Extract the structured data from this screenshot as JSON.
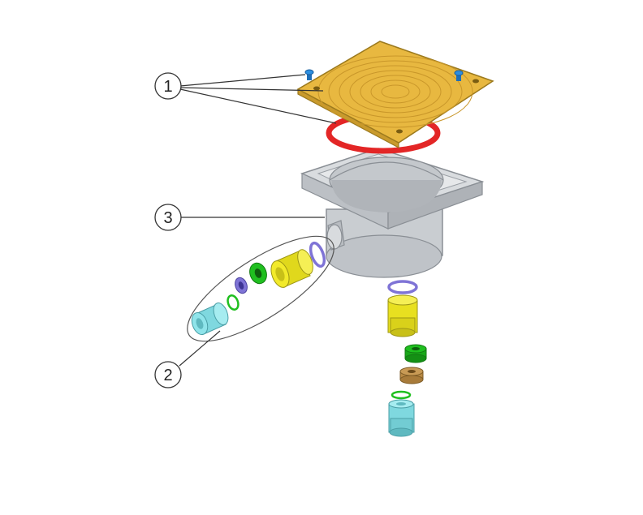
{
  "callouts": [
    {
      "label": "1"
    },
    {
      "label": "2"
    },
    {
      "label": "3"
    }
  ],
  "colors": {
    "cover": "#e8b840",
    "cover_stroke": "#9c7a1e",
    "o_ring_red": "#e32626",
    "body_gray": "#c9cdd1",
    "body_stroke": "#8a8f95",
    "fitting_yellow": "#f2ea2a",
    "washer_purple": "#7f74d6",
    "ring_green": "#1fbf1f",
    "nut_bronze": "#c89a55",
    "fitting_cyan": "#8fe4ea",
    "screw_blue": "#2d8fe0",
    "line": "#333333"
  }
}
